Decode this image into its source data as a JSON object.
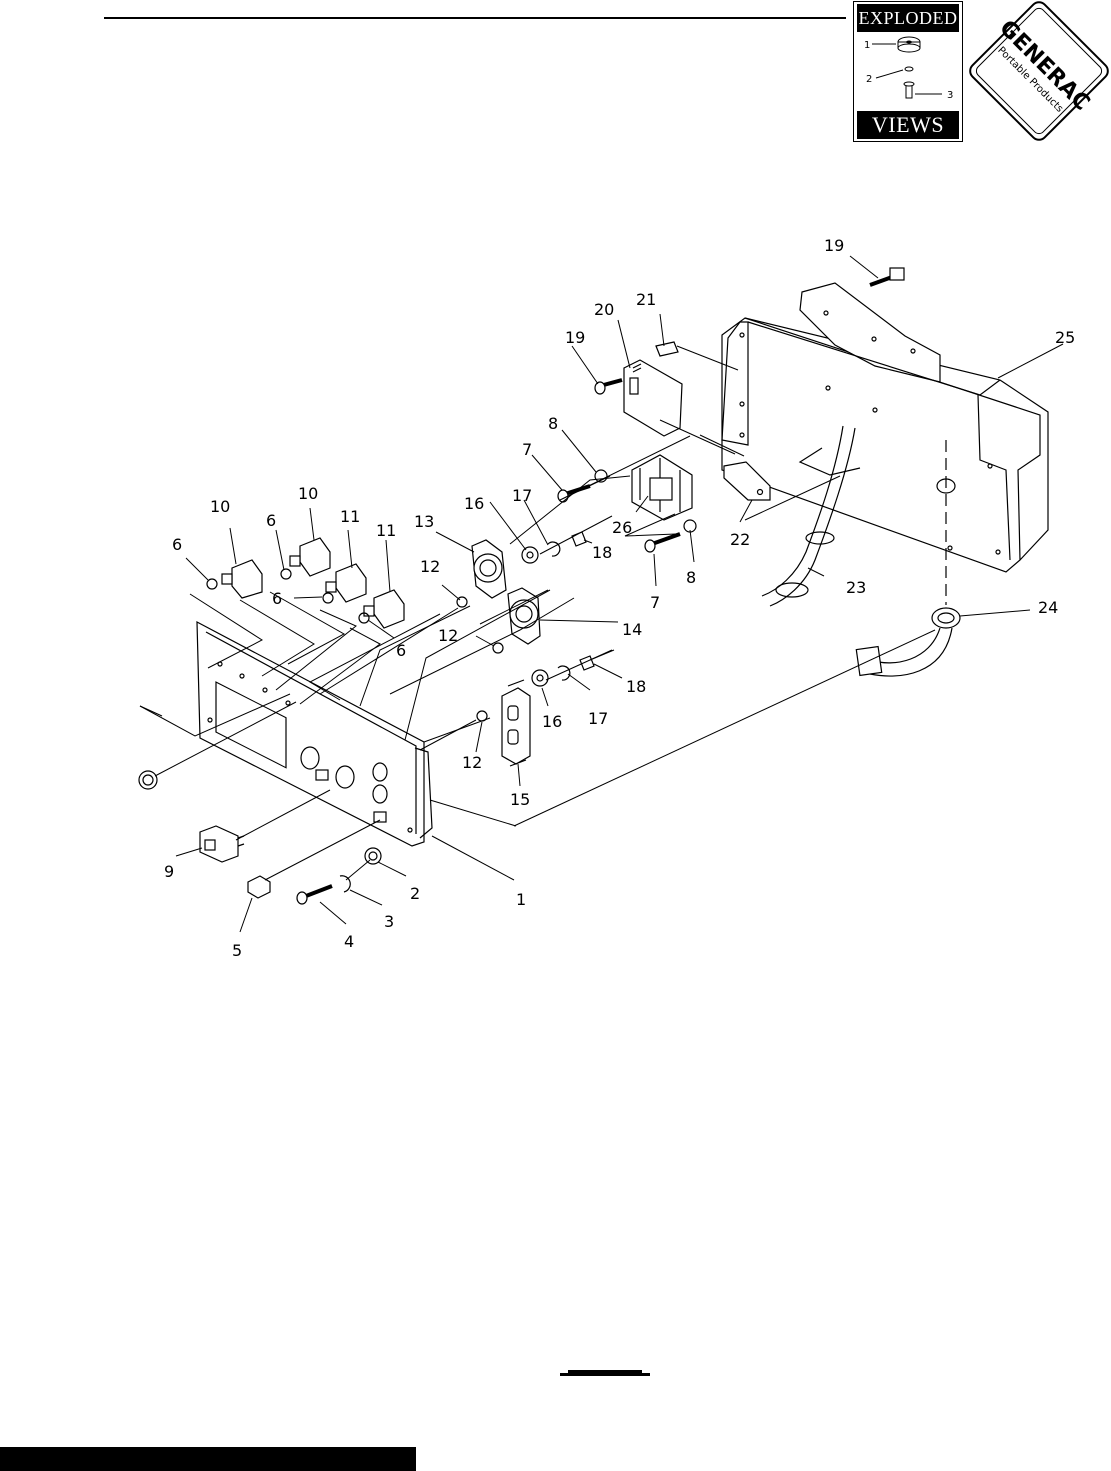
{
  "header": {
    "badge_top": "EXPLODED",
    "badge_bottom": "VIEWS",
    "badge_callouts": [
      "1",
      "2",
      "3"
    ],
    "brand_name": "GENERAC",
    "brand_tagline": "Portable Products"
  },
  "callouts": {
    "c1": "1",
    "c2": "2",
    "c3": "3",
    "c4": "4",
    "c5": "5",
    "c6a": "6",
    "c6b": "6",
    "c6c": "6",
    "c6d": "6",
    "c7a": "7",
    "c7b": "7",
    "c8a": "8",
    "c8b": "8",
    "c9": "9",
    "c10a": "10",
    "c10b": "10",
    "c11a": "11",
    "c11b": "11",
    "c12a": "12",
    "c12b": "12",
    "c12c": "12",
    "c13": "13",
    "c14": "14",
    "c15": "15",
    "c16a": "16",
    "c16b": "16",
    "c17a": "17",
    "c17b": "17",
    "c18a": "18",
    "c18b": "18",
    "c19a": "19",
    "c19b": "19",
    "c20": "20",
    "c21": "21",
    "c22": "22",
    "c23": "23",
    "c24": "24",
    "c25": "25",
    "c26": "26"
  }
}
